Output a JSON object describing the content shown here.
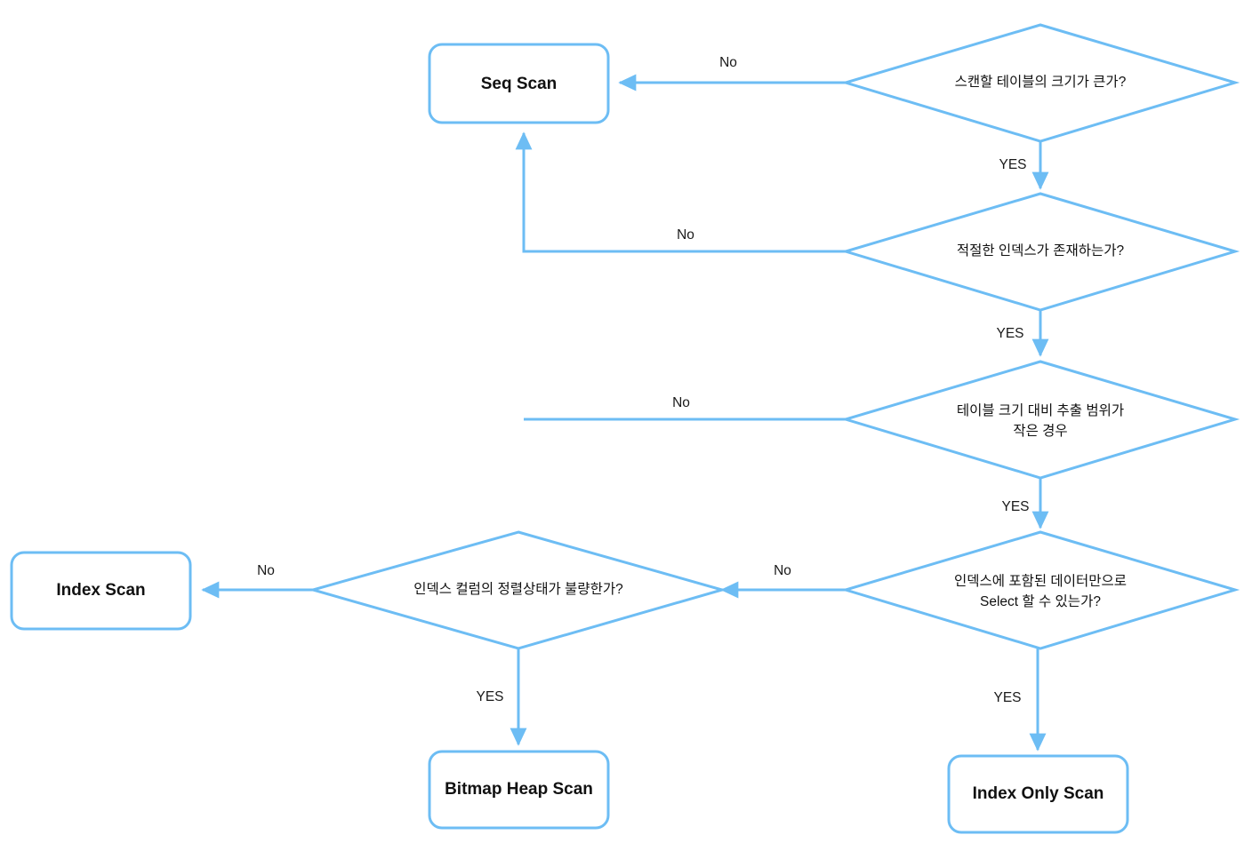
{
  "diagram": {
    "title": "PostgreSQL scan method decision flowchart",
    "accent_color": "#6dbdf4",
    "text_color": "#111111",
    "background_color": "#ffffff",
    "nodes": {
      "seq_scan": {
        "label": "Seq Scan",
        "shape": "rounded-rect"
      },
      "index_scan": {
        "label": "Index Scan",
        "shape": "rounded-rect"
      },
      "bitmap_heap_scan": {
        "label": "Bitmap Heap Scan",
        "shape": "rounded-rect"
      },
      "index_only_scan": {
        "label": "Index Only Scan",
        "shape": "rounded-rect"
      },
      "decision_table_size": {
        "label": "스캔할 테이블의 크기가 큰가?",
        "shape": "diamond"
      },
      "decision_index_exists": {
        "label": "적절한 인덱스가 존재하는가?",
        "shape": "diamond"
      },
      "decision_range_small": {
        "label_line1": "테이블 크기 대비 추출 범위가",
        "label_line2": "작은 경우",
        "shape": "diamond"
      },
      "decision_index_only": {
        "label_line1": "인덱스에 포함된 데이터만으로",
        "label_line2": "Select 할 수 있는가?",
        "shape": "diamond"
      },
      "decision_sort_bad": {
        "label": "인덱스 컬럼의 정렬상태가 불량한가?",
        "shape": "diamond"
      }
    },
    "edge_labels": {
      "table_size_no": "No",
      "table_size_yes": "YES",
      "index_exists_no": "No",
      "index_exists_yes": "YES",
      "range_small_no": "No",
      "range_small_yes": "YES",
      "index_only_no": "No",
      "index_only_yes": "YES",
      "sort_bad_no": "No",
      "sort_bad_yes": "YES"
    }
  }
}
